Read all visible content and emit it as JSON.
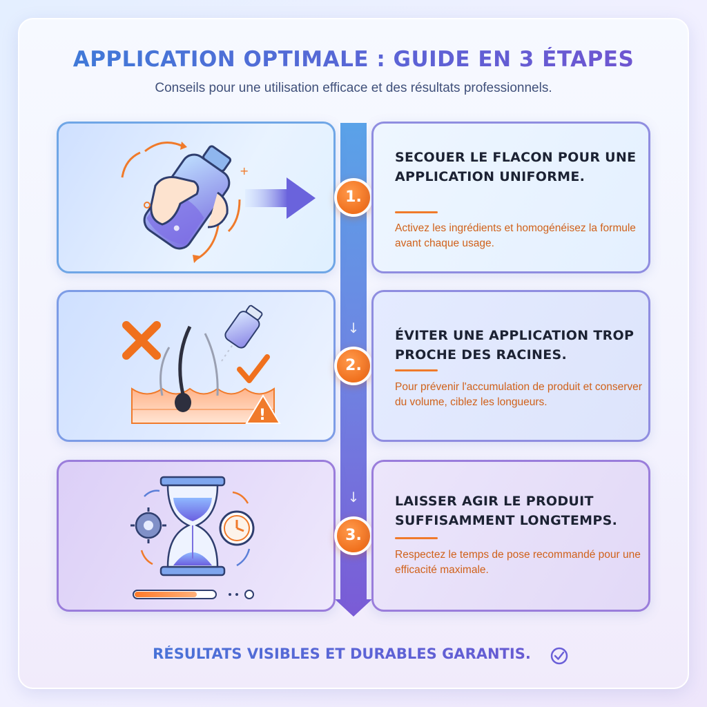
{
  "header": {
    "title": "APPLICATION OPTIMALE : GUIDE EN 3 ÉTAPES",
    "subtitle": "Conseils pour une utilisation efficace et des résultats professionnels."
  },
  "steps": [
    {
      "number": "1.",
      "title": "SECOUER LE FLACON POUR UNE APPLICATION UNIFORME.",
      "description": "Activez les ingrédients et homogénéisez la formule avant chaque usage.",
      "icon": "shaking-bottle-icon"
    },
    {
      "number": "2.",
      "title": "ÉVITER UNE APPLICATION TROP PROCHE DES RACINES.",
      "description": "Pour prévenir l'accumulation de produit et conserver du volume, ciblez les longueurs.",
      "icon": "spray-hair-roots-icon"
    },
    {
      "number": "3.",
      "title": "LAISSER AGIR LE PRODUIT SUFFISAMMENT LONGTEMPS.",
      "description": "Respectez le temps de pose recommandé pour une efficacité maximale.",
      "icon": "hourglass-timer-icon"
    }
  ],
  "footer": {
    "text": "RÉSULTATS VISIBLES ET DURABLES GARANTIS.",
    "icon": "check-circle-icon"
  },
  "colors": {
    "accent_blue": "#3a7ed8",
    "accent_purple": "#7451cf",
    "accent_orange": "#f0701d",
    "text_dark": "#1c2233"
  }
}
